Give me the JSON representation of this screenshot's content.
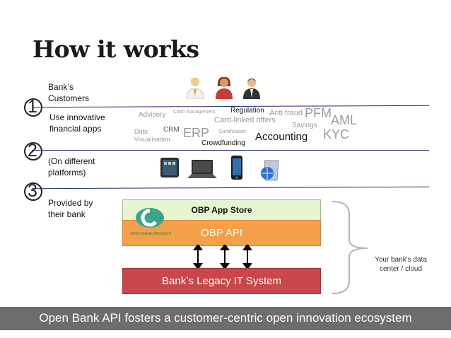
{
  "title": "How it works",
  "steps": [
    {
      "number": "1",
      "label_top": "Bankʼs Customers",
      "label": "Use innovative financial apps"
    },
    {
      "number": "2",
      "label": "(On different platforms)"
    },
    {
      "number": "3",
      "label": "Provided by their bank"
    }
  ],
  "keywords": {
    "advisory": "Advisory",
    "cash_management": "Cash management",
    "regulation": "Regulation",
    "anti_fraud": "Anti fraud",
    "pfm": "PFM",
    "aml": "AML",
    "card_linked": "Card-linked offers",
    "savings": "Savings",
    "data_vis_1": "Data",
    "data_vis_2": "Visualisation",
    "crm": "CRM",
    "erp": "ERP",
    "gamification": "Gamification",
    "accounting": "Accounting",
    "kyc": "KYC",
    "crowdfunding": "Crowdfunding"
  },
  "stack": {
    "app_store": "OBP App Store",
    "api": "OBP API",
    "logo_text": "OPEN BANK PROJECT",
    "legacy": "Bankʼs Legacy IT System",
    "data_center": "Your bank's data center / cloud"
  },
  "banner": "Open Bank API fosters a customer-centric open innovation ecosystem",
  "colors": {
    "line": "#1f2d6b",
    "app_store": "#e6f5cf",
    "api": "#f4a04a",
    "legacy": "#c9464a",
    "banner": "#6d6d6d"
  }
}
